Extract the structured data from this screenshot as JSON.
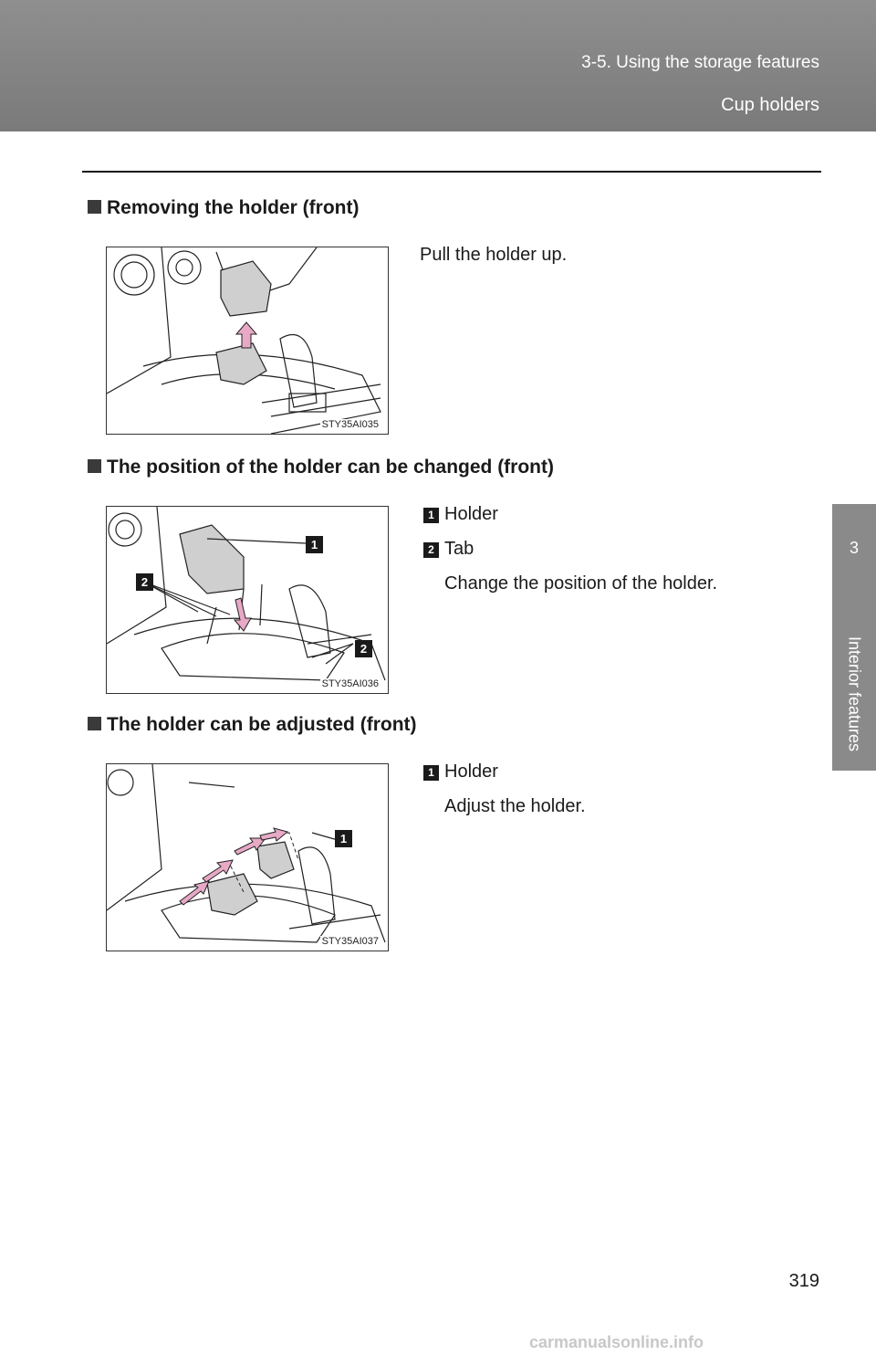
{
  "header": {
    "section": "3-5. Using the storage features",
    "topic": "Cup holders"
  },
  "side_tab": {
    "number": "3",
    "label": "Interior features"
  },
  "sections": [
    {
      "heading": "Removing the holder (front)",
      "figure_code": "STY35AI035",
      "text": "Pull the holder up."
    },
    {
      "heading": "The position of the holder can be changed (front)",
      "figure_code": "STY35AI036",
      "callouts": [
        {
          "num": "1",
          "label": "Holder"
        },
        {
          "num": "2",
          "label": "Tab"
        }
      ],
      "text": "Change the position of the holder."
    },
    {
      "heading": "The holder can be adjusted (front)",
      "figure_code": "STY35AI037",
      "callouts": [
        {
          "num": "1",
          "label": "Holder"
        }
      ],
      "text": "Adjust the holder."
    }
  ],
  "page_number": "319",
  "footer": "carmanualsonline.info",
  "colors": {
    "header_bg": "#8a8a8a",
    "arrow_pink": "#e7a9c6"
  }
}
